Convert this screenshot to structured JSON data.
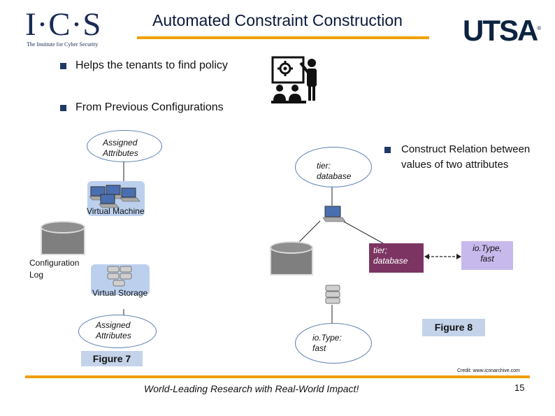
{
  "header": {
    "title": "Automated Constraint Construction",
    "ics_logo": "I·C·S",
    "ics_subtitle": "The Institute for Cyber Security",
    "utsa_logo": "UTSA",
    "utsa_mark": "®"
  },
  "bullets": [
    {
      "text": "Helps the tenants to find policy"
    },
    {
      "text": "From Previous Configurations"
    },
    {
      "text": "Construct Relation between values of two attributes"
    }
  ],
  "figure7": {
    "top_attr": "Assigned Attributes",
    "virtual_machine": "Virtual Machine",
    "config_log": "Configuration Log",
    "virtual_storage": "Virtual Storage",
    "bottom_attr": "Assigned Attributes",
    "label": "Figure 7"
  },
  "middle": {
    "tier_oval": "tier: database",
    "io_oval": "io.Type: fast"
  },
  "figure8": {
    "tier_box": "tier; database",
    "io_box": "io.Type, fast",
    "label": "Figure 8"
  },
  "footer": {
    "credit": "Credit: www.iconarchive.com",
    "tagline": "World-Leading Research with Real-World Impact!",
    "page_number": "15"
  },
  "colors": {
    "accent_orange": "#f0a000",
    "navy": "#1f3864",
    "figure_label_bg": "#c4d3ea",
    "tier_box_bg": "#7c3562",
    "io_box_bg": "#c7b9ec"
  },
  "icons": [
    "presentation-icon",
    "laptop-icon",
    "server-icon",
    "database-icon"
  ]
}
